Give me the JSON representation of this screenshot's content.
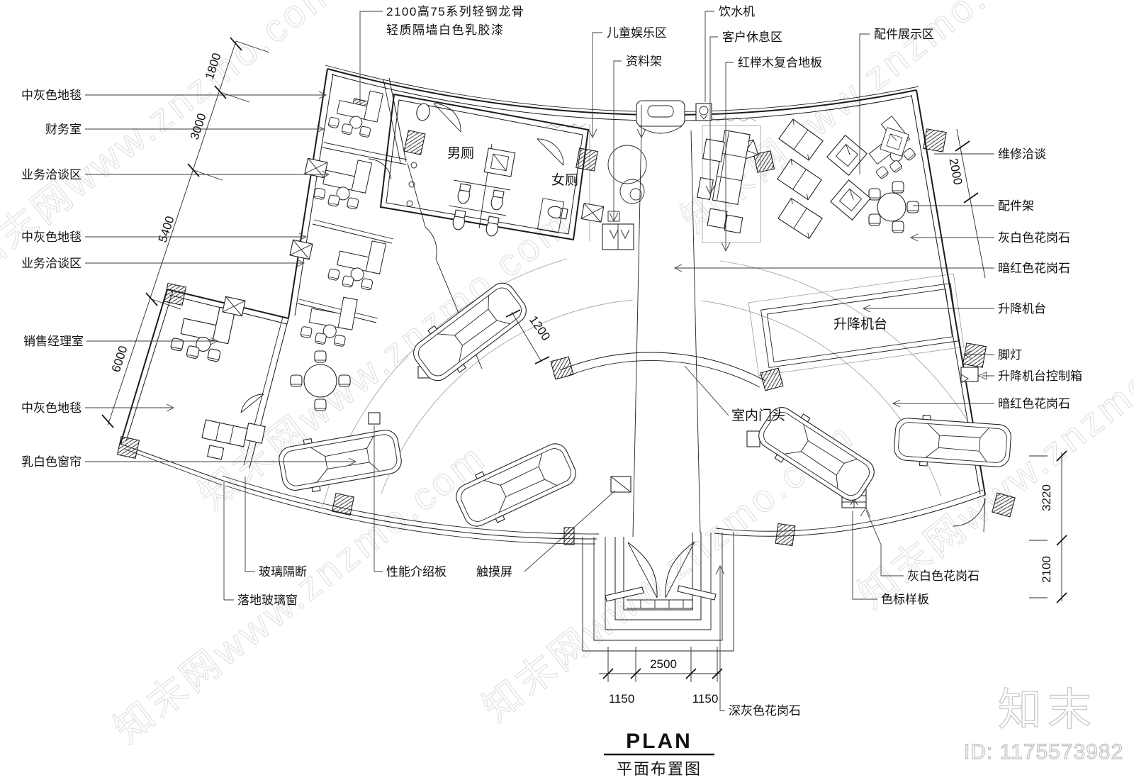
{
  "labels": {
    "wall_note_1": "2100高75系列轻钢龙骨",
    "wall_note_2": "轻质隔墙白色乳胶漆",
    "kids_area": "儿童娱乐区",
    "info_rack": "资料架",
    "water_dispenser": "饮水机",
    "customer_lounge": "客户休息区",
    "beech_floor": "红榉木复合地板",
    "accessory_display": "配件展示区",
    "gray_carpet_1": "中灰色地毯",
    "finance_room": "财务室",
    "business_area_1": "业务洽谈区",
    "gray_carpet_2": "中灰色地毯",
    "business_area_2": "业务洽谈区",
    "sales_manager": "销售经理室",
    "gray_carpet_3": "中灰色地毯",
    "white_curtain": "乳白色窗帘",
    "repair_talk": "维修洽谈",
    "accessory_rack": "配件架",
    "gray_granite_r": "灰白色花岗石",
    "dark_red_granite_1": "暗红色花岗石",
    "lift_platform_r": "升降机台",
    "foot_light": "脚灯",
    "lift_control": "升降机台控制箱",
    "dark_red_granite_2": "暗红色花岗石",
    "glass_partition": "玻璃隔断",
    "floor_glass_window": "落地玻璃窗",
    "performance_board": "性能介绍板",
    "touch_screen": "触摸屏",
    "gray_granite_b": "灰白色花岗石",
    "color_sample": "色标样板",
    "dark_gray_granite": "深灰色花岗石",
    "indoor_door_head": "室内门头",
    "lift_platform_plan": "升降机台",
    "male_toilet": "男厕",
    "female_toilet": "女厕"
  },
  "dimensions": {
    "d1800": "1800",
    "d3000": "3000",
    "d5400": "5400",
    "d6000": "6000",
    "d2000": "2000",
    "d1200": "1200",
    "d3220": "3220",
    "d2100": "2100",
    "d2500": "2500",
    "d1150a": "1150",
    "d1150b": "1150"
  },
  "title_block": {
    "title": "PLAN",
    "subtitle": "平面布置图"
  },
  "watermark": {
    "text": "知末网www.znzmo.com",
    "logo": "知末",
    "id_label": "ID: 1175573982"
  }
}
